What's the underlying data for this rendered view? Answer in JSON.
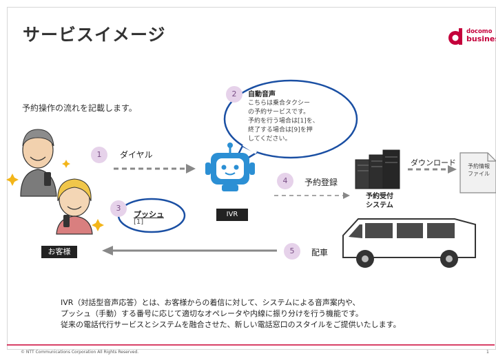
{
  "header": {
    "title": "サービスイメージ",
    "logo_line1": "docomo",
    "logo_line2": "business"
  },
  "intro_text": "予約操作の流れを記載します。",
  "steps": [
    {
      "number": "1",
      "label": "ダイヤル"
    },
    {
      "number": "2",
      "label": "自動音声"
    },
    {
      "number": "3",
      "label": "プッシュ"
    },
    {
      "number": "4",
      "label": "予約登録"
    },
    {
      "number": "5",
      "label": "配車"
    }
  ],
  "bubble": {
    "title": "自動音声",
    "lines": [
      "こちらは乗合タクシー",
      "の予約サービスです。",
      "予約を行う場合は[1]を、",
      "終了する場合は[9]を押",
      "してください。"
    ]
  },
  "push_value": "[1]",
  "ivr_label": "IVR",
  "customer_label": "お客様",
  "server_label_line1": "予約受付",
  "server_label_line2": "システム",
  "download_label": "ダウンロード",
  "document_label_line1": "予約情報",
  "document_label_line2": "ファイル",
  "description": [
    "IVR（対話型音声応答）とは、お客様からの着信に対して、システムによる音声案内や、",
    "プッシュ（手動）する番号に応じて適切なオペレータや内線に振り分けを行う機能です。",
    "従来の電話代行サービスとシステムを融合させた、新しい電話窓口のスタイルをご提供いたします。"
  ],
  "footer": {
    "copyright": "© NTT Communications Corporation All Rights Reserved.",
    "page": "1"
  },
  "colors": {
    "accent": "#c4003b",
    "step_circle": "#e6d2ea",
    "robot": "#2b8fd4",
    "arrow": "#888888"
  }
}
